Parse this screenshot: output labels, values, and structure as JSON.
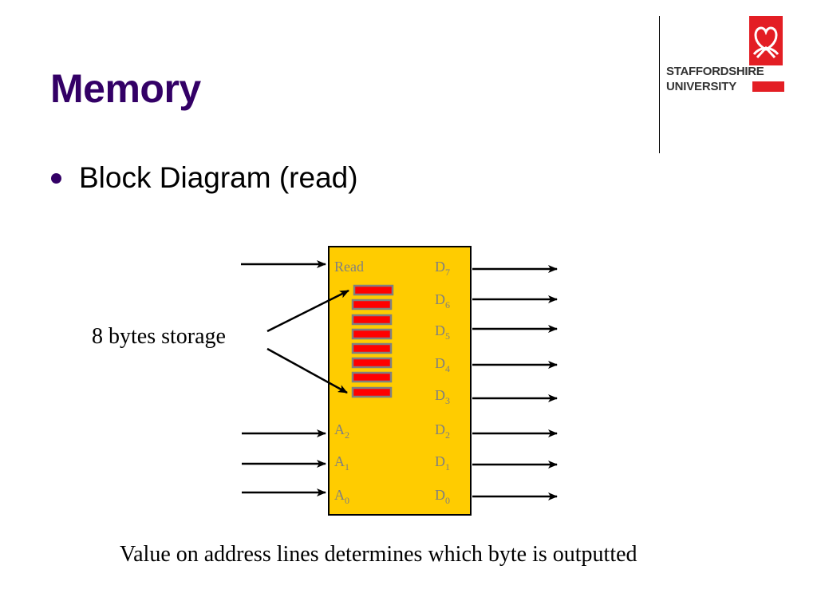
{
  "slide": {
    "title": "Memory",
    "bullet": "Block Diagram (read)",
    "side_label": "8 bytes storage",
    "caption": "Value on address lines determines which byte is outputted"
  },
  "logo": {
    "line1": "STAFFORDSHIRE",
    "line2": "UNIVERSITY",
    "crest": "staffordshire-knot-crest",
    "color": "#e31e24"
  },
  "diagram": {
    "chip_color": "#ffcc00",
    "byte_color": "#ff0000",
    "label_color": "#808080",
    "read_label": "Read",
    "inputs": [
      {
        "letter": "A",
        "sub": "2"
      },
      {
        "letter": "A",
        "sub": "1"
      },
      {
        "letter": "A",
        "sub": "0"
      }
    ],
    "outputs": [
      {
        "letter": "D",
        "sub": "7"
      },
      {
        "letter": "D",
        "sub": "6"
      },
      {
        "letter": "D",
        "sub": "5"
      },
      {
        "letter": "D",
        "sub": "4"
      },
      {
        "letter": "D",
        "sub": "3"
      },
      {
        "letter": "D",
        "sub": "2"
      },
      {
        "letter": "D",
        "sub": "1"
      },
      {
        "letter": "D",
        "sub": "0"
      }
    ],
    "byte_count": 8
  },
  "colors": {
    "title": "#330066",
    "bullet": "#330066"
  }
}
